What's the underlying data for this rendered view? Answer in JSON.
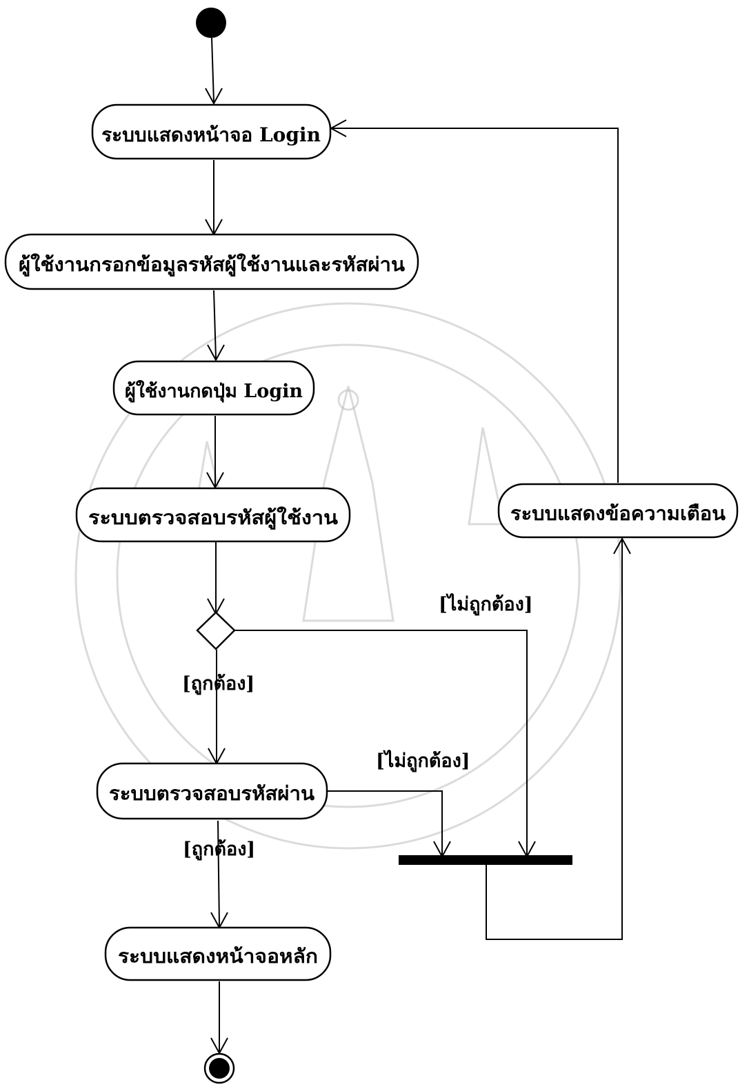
{
  "diagram": {
    "nodes": {
      "show_login": "ระบบแสดงหน้าจอ Login",
      "enter_credentials": "ผู้ใช้งานกรอกข้อมูลรหัสผู้ใช้งานและรหัสผ่าน",
      "press_login": "ผู้ใช้งานกดปุ่ม Login",
      "check_username": "ระบบตรวจสอบรหัสผู้ใช้งาน",
      "show_warning": "ระบบแสดงข้อความเตือน",
      "check_password": "ระบบตรวจสอบรหัสผ่าน",
      "show_main": "ระบบแสดงหน้าจอหลัก"
    },
    "guards": {
      "username_invalid": "[ไม่ถูกต้อง]",
      "username_valid": "[ถูกต้อง]",
      "password_invalid": "[ไม่ถูกต้อง]",
      "password_valid": "[ถูกต้อง]"
    }
  }
}
